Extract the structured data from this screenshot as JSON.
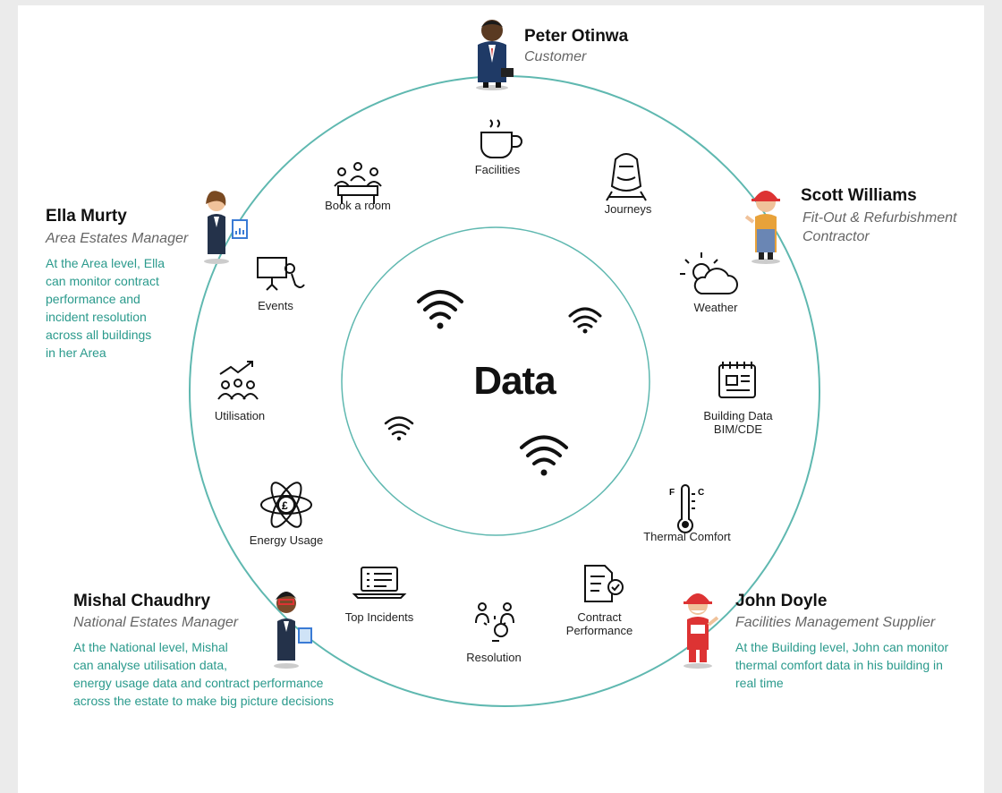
{
  "center": {
    "title": "Data"
  },
  "colors": {
    "ring": "#5fb8b0",
    "accent_text": "#2a9a8c",
    "icon": "#1a1a1a"
  },
  "services": [
    {
      "id": "facilities",
      "icon": "coffee-cup-icon",
      "label": "Facilities"
    },
    {
      "id": "journeys",
      "icon": "train-icon",
      "label": "Journeys"
    },
    {
      "id": "weather",
      "icon": "sun-cloud-icon",
      "label": "Weather"
    },
    {
      "id": "building-data",
      "icon": "blueprint-icon",
      "label_line1": "Building Data",
      "label_line2": "BIM/CDE"
    },
    {
      "id": "thermal-comfort",
      "icon": "thermometer-icon",
      "label": "Thermal Comfort"
    },
    {
      "id": "contract-performance",
      "icon": "contract-check-icon",
      "label_line1": "Contract",
      "label_line2": "Performance"
    },
    {
      "id": "resolution",
      "icon": "lightbulb-team-icon",
      "label": "Resolution"
    },
    {
      "id": "top-incidents",
      "icon": "laptop-list-icon",
      "label": "Top Incidents"
    },
    {
      "id": "energy-usage",
      "icon": "atom-pound-icon",
      "label": "Energy Usage"
    },
    {
      "id": "utilisation",
      "icon": "growth-people-icon",
      "label": "Utilisation"
    },
    {
      "id": "events",
      "icon": "presentation-icon",
      "label": "Events"
    },
    {
      "id": "book-a-room",
      "icon": "meeting-room-icon",
      "label": "Book a room"
    }
  ],
  "people": {
    "peter": {
      "name": "Peter Otinwa",
      "role": "Customer"
    },
    "scott": {
      "name": "Scott Williams",
      "role_line1": "Fit-Out & Refurbishment",
      "role_line2": "Contractor"
    },
    "ella": {
      "name": "Ella Murty",
      "role": "Area Estates Manager",
      "desc": [
        "At the Area level, Ella",
        "can monitor contract",
        "performance and",
        "incident resolution",
        "across all buildings",
        "in her Area"
      ]
    },
    "mishal": {
      "name": "Mishal Chaudhry",
      "role": "National Estates Manager",
      "desc": [
        "At the National level, Mishal",
        "can analyse utilisation data,",
        "energy usage data and contract performance",
        "across the estate to make big picture decisions"
      ]
    },
    "john": {
      "name": "John Doyle",
      "role": "Facilities Management Supplier",
      "desc": [
        "At the Building level, John can monitor",
        "thermal comfort data in his building in",
        "real time"
      ]
    }
  }
}
